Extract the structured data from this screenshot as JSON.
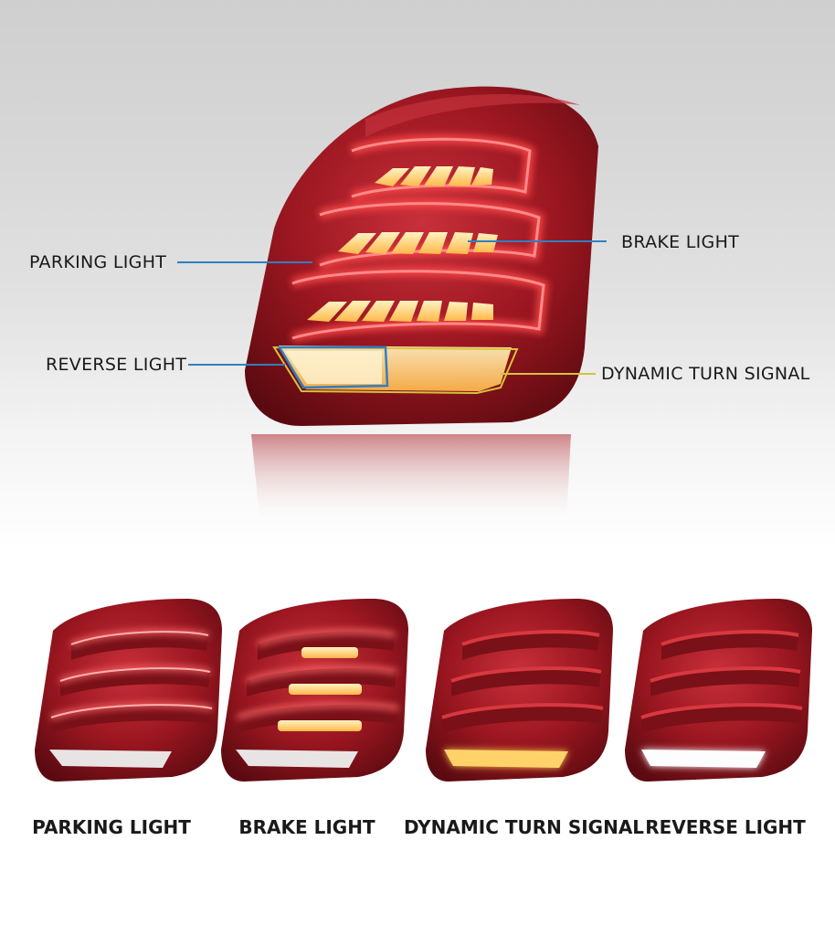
{
  "diagram": {
    "callouts": {
      "parking": "PARKING LIGHT",
      "brake": "BRAKE LIGHT",
      "reverse": "REVERSE LIGHT",
      "turn": "DYNAMIC TURN SIGNAL"
    },
    "panels": [
      {
        "caption": "PARKING LIGHT"
      },
      {
        "caption": "BRAKE LIGHT"
      },
      {
        "caption": "DYNAMIC TURN SIGNAL"
      },
      {
        "caption": "REVERSE LIGHT"
      }
    ],
    "colors": {
      "housing_dark": "#6e0f16",
      "housing": "#a01822",
      "glow_red": "#ff4a4a",
      "led_amber": "#ffcf6a",
      "reverse_box": "#2f7fc1",
      "turn_box": "#d8c23a",
      "leader_line": "#2f7fc1"
    }
  }
}
